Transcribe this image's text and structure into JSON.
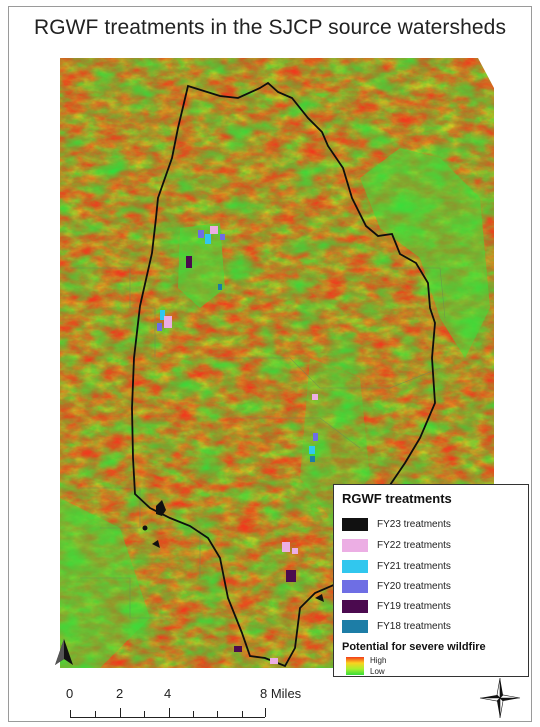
{
  "map": {
    "title": "RGWF treatments in the SJCP source watersheds"
  },
  "legend": {
    "title": "RGWF treatments",
    "items": [
      {
        "label": "FY23 treatments",
        "color": "#111111"
      },
      {
        "label": "FY22 treatments",
        "color": "#ecaee4"
      },
      {
        "label": "FY21 treatments",
        "color": "#31c7ee"
      },
      {
        "label": "FY20 treatments",
        "color": "#6e6ee4"
      },
      {
        "label": "FY19 treatments",
        "color": "#4b0a4f"
      },
      {
        "label": "FY18 treatments",
        "color": "#1d7da6"
      }
    ],
    "wildfire_title": "Potential for severe wildfire",
    "high_label": "High",
    "low_label": "Low",
    "ramp_colors": [
      "#f23a1a",
      "#fbd31f",
      "#a8f02e",
      "#35dc3a"
    ]
  },
  "scale": {
    "labels": [
      "0",
      "2",
      "4",
      "8 Miles"
    ]
  },
  "icons": {
    "north_arrow": "north-arrow-icon",
    "compass": "compass-rose-icon"
  }
}
